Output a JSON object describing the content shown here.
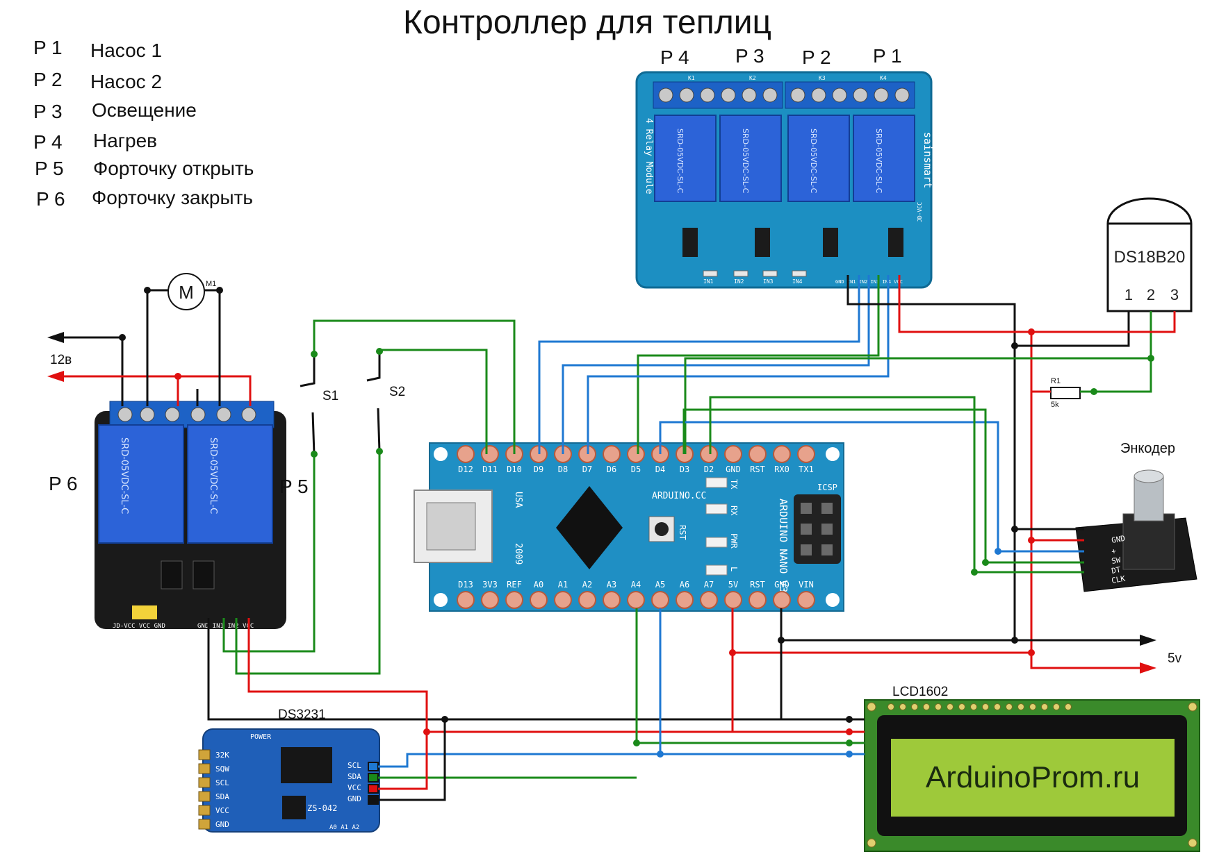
{
  "title": "Контроллер для теплиц",
  "legend": [
    {
      "key": "P 1",
      "desc": "Насос 1"
    },
    {
      "key": "P 2",
      "desc": "Насос 2"
    },
    {
      "key": "P 3",
      "desc": "Освещение"
    },
    {
      "key": "P 4",
      "desc": "Нагрев"
    },
    {
      "key": "P 5",
      "desc": "Форточку открыть"
    },
    {
      "key": "P 6",
      "desc": "Форточку закрыть"
    }
  ],
  "relay4": {
    "channel_labels": [
      "P 4",
      "P 3",
      "P 2",
      "P 1"
    ],
    "relay_model": "SRD-05VDC-SL-C",
    "brand": "sainsmart",
    "side_text": "4 Relay Module",
    "k_labels": [
      "K1",
      "K2",
      "K3",
      "K4"
    ],
    "in_labels": [
      "IN1",
      "IN2",
      "IN3",
      "IN4"
    ],
    "pin_labels": "GND IN1 IN2 IN3 IN4 VCC",
    "jd": "JD-VCC"
  },
  "relay2": {
    "label_left": "P 6",
    "label_right": "P 5",
    "relay_model": "SRD-05VDC-SL-C",
    "pins": "GND IN1 IN2 VCC",
    "jd": "JD-VCC VCC GND"
  },
  "motor": {
    "symbol": "M",
    "ref": "M1"
  },
  "power": {
    "v12": "12в",
    "v5": "5v"
  },
  "switches": [
    "S1",
    "S2"
  ],
  "ds18b20": {
    "name": "DS18B20",
    "pins": [
      "1",
      "2",
      "3"
    ]
  },
  "resistor": {
    "ref": "R1",
    "value": "5k"
  },
  "encoder": {
    "title": "Энкодер",
    "pins": [
      "GND",
      "+",
      "SW",
      "DT",
      "CLK"
    ]
  },
  "arduino": {
    "top_pins": [
      "D12",
      "D11",
      "D10",
      "D9",
      "D8",
      "D7",
      "D6",
      "D5",
      "D4",
      "D3",
      "D2",
      "GND",
      "RST",
      "RX0",
      "TX1"
    ],
    "bottom_pins": [
      "D13",
      "3V3",
      "REF",
      "A0",
      "A1",
      "A2",
      "A3",
      "A4",
      "A5",
      "A6",
      "A7",
      "5V",
      "RST",
      "GND",
      "VIN"
    ],
    "brand": "ARDUINO.CC",
    "model": "ARDUINO NANO V3.0",
    "usa": "USA",
    "year": "2009",
    "rst": "RST",
    "icsp": "ICSP",
    "leds": [
      "TX",
      "RX",
      "PWR",
      "L"
    ]
  },
  "ds3231": {
    "name": "DS3231",
    "power_label": "POWER",
    "left_pins": [
      "32K",
      "SQW",
      "SCL",
      "SDA",
      "VCC",
      "GND"
    ],
    "right_pins": [
      "SCL",
      "SDA",
      "VCC",
      "GND"
    ],
    "chip": "ZS-042",
    "addr": "A0 A1 A2"
  },
  "lcd": {
    "name": "LCD1602",
    "screen_text": "ArduinoProm.ru"
  },
  "colors": {
    "wire_black": "#111111",
    "wire_red": "#e01010",
    "wire_green": "#1a8a1a",
    "wire_blue": "#1e78d2",
    "pcb_blue": "#1c7fb0",
    "arduino_blue": "#1f8fc4",
    "relay_blue": "#2a5fd6",
    "lcd_green": "#9ec93a"
  }
}
